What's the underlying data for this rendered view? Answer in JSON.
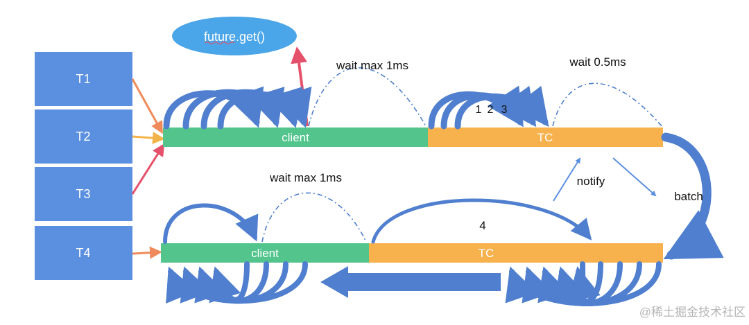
{
  "threads": [
    {
      "label": "T1"
    },
    {
      "label": "T2"
    },
    {
      "label": "T3"
    },
    {
      "label": "T4"
    }
  ],
  "future_get": {
    "label": "future.get()"
  },
  "upper_lane": {
    "client_label": "client",
    "tc_label": "TC",
    "wait_client_label": "wait max 1ms",
    "wait_tc_label": "wait 0.5ms",
    "sequence_labels": [
      "1",
      "2",
      "3"
    ]
  },
  "lower_lane": {
    "client_label": "client",
    "tc_label": "TC",
    "wait_client_label": "wait max 1ms",
    "step_label": "4"
  },
  "notify_label": "notify",
  "batch_label": "batch",
  "watermark": "@稀土掘金技术社区",
  "colors": {
    "thread_box": "#5b8fe0",
    "client_bar": "#52c48c",
    "tc_bar": "#f7b24d",
    "arc_blue": "#4f7fce",
    "arrow_red": "#e5506a",
    "arrow_orange": "#ef8a5a",
    "arrow_yellow": "#f3b34a",
    "ellipse": "#4aa6e8"
  }
}
